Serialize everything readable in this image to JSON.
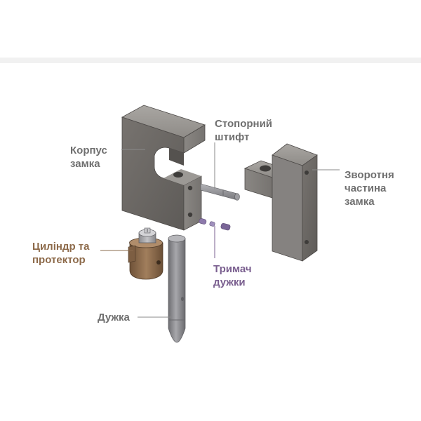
{
  "colors": {
    "label_gray": "#6f6f6f",
    "label_brown": "#8d6a4a",
    "label_purple": "#7a5f8f",
    "body_metal": "#6b6866",
    "cylinder_brass": "#8a6b4d",
    "pin_steel": "#8a8a8e",
    "retainer_purple": "#7e6a9a"
  },
  "labels": {
    "lock_body": {
      "line1": "Корпус",
      "line2": "замка"
    },
    "stop_pin": {
      "line1": "Стопорний",
      "line2": "штифт"
    },
    "back_part": {
      "line1": "Зворотня",
      "line2": "частина",
      "line3": "замка"
    },
    "cylinder": {
      "line1": "Циліндр та",
      "line2": "протектор"
    },
    "shackle_retainer": {
      "line1": "Тримач",
      "line2": "дужки"
    },
    "shackle": {
      "line1": "Дужка"
    }
  }
}
